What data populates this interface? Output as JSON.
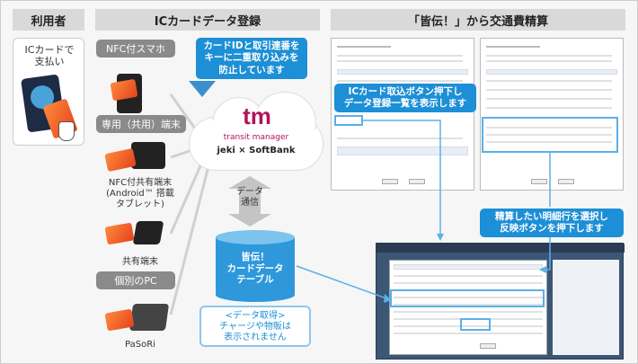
{
  "headers": {
    "user": "利用者",
    "registration": "ICカードデータ登録",
    "settlement": "「皆伝！」から交通費精算"
  },
  "user_panel": {
    "caption": "ICカードで\n支払い"
  },
  "devices": {
    "nfc_phone": "NFC付スマホ",
    "dedicated_terminal": "専用（共用）端末",
    "nfc_tablet": "NFC付共有端末\n(Android™ 搭載\nタブレット)",
    "shared_terminal": "共有端末",
    "individual_pc": "個別のPC",
    "pasori": "PaSoRi"
  },
  "callouts": {
    "dedupe": "カードIDと取引連番を\nキーに二重取り込みを\n防止しています",
    "import_button": "ICカード取込ボタン押下し\nデータ登録一覧を表示します",
    "select_rows": "精算したい明細行を選択し\n反映ボタンを押下します"
  },
  "cloud": {
    "logo_mark": "tm",
    "logo_text": "transit manager",
    "sub_text": "jeki × SoftBank"
  },
  "data_transfer": {
    "label": "データ\n通信"
  },
  "database": {
    "label": "皆伝！\nカードデータ\nテーブル"
  },
  "note": {
    "text": "<データ取得>\nチャージや物販は\n表示されません"
  },
  "colors": {
    "accent_blue": "#1d8fd6",
    "orange_card": "#e4421b",
    "tm_logo": "#b0135c"
  }
}
